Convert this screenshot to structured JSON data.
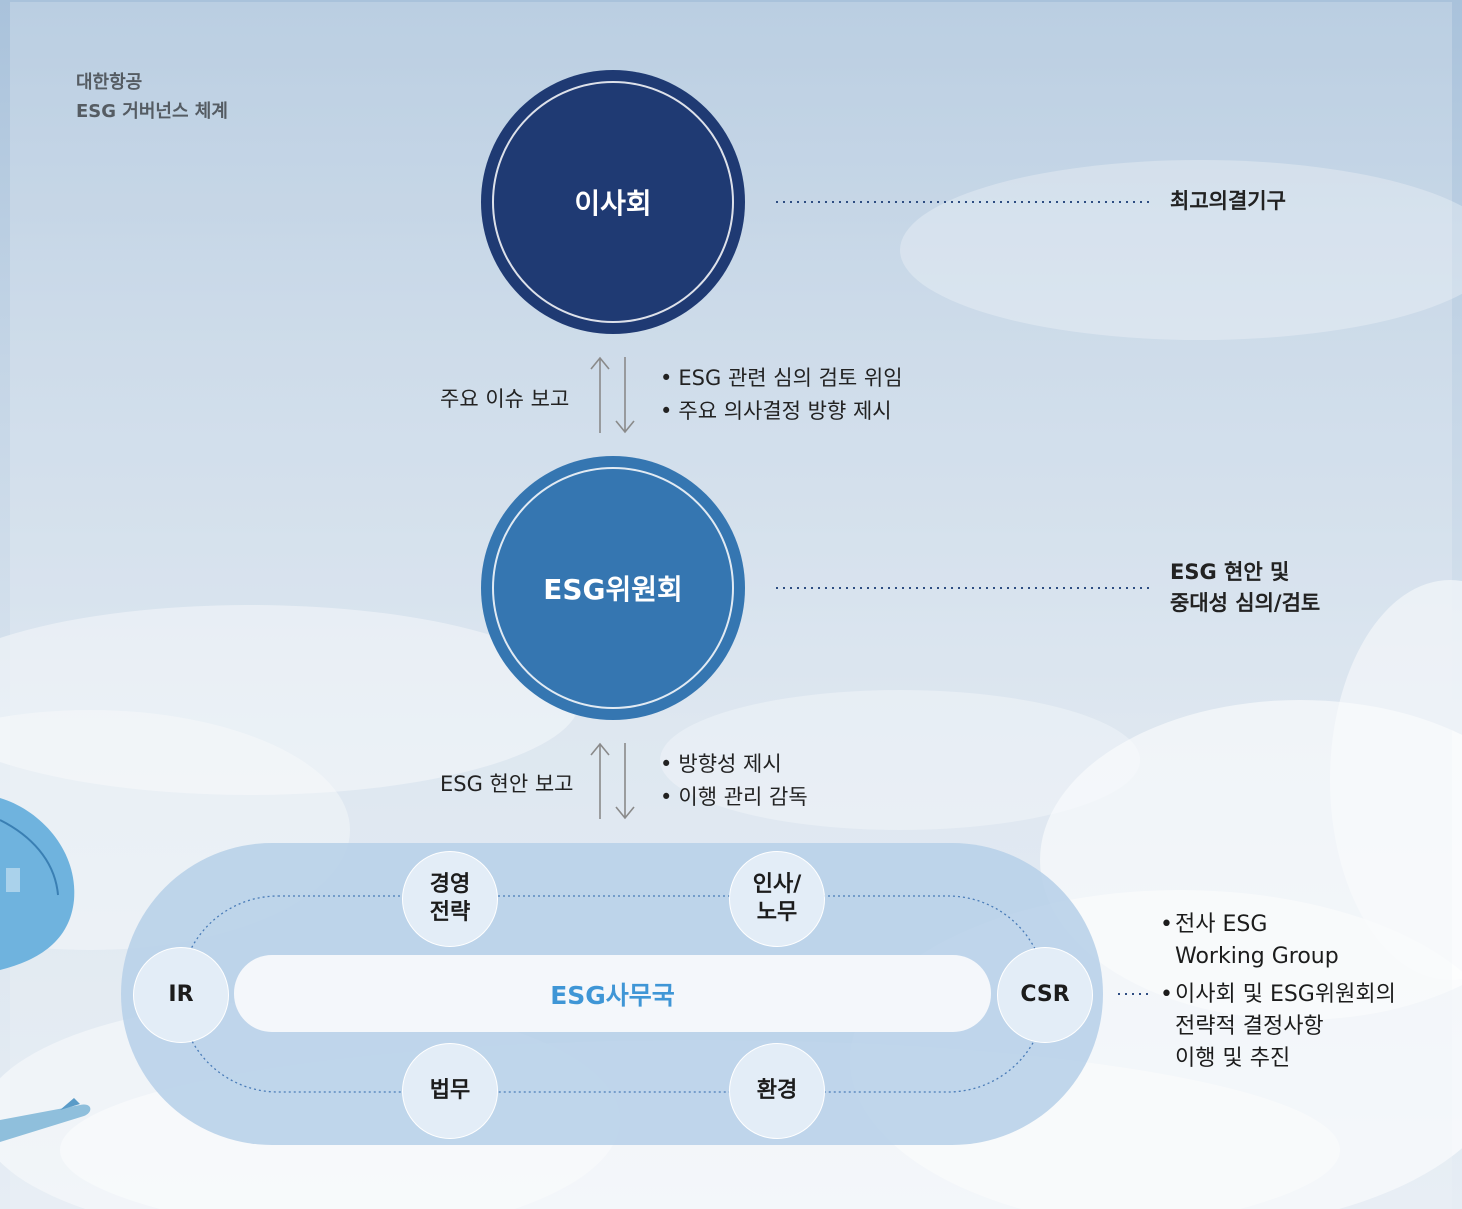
{
  "title": {
    "line1": "대한항공",
    "line2": "ESG 거버넌스 체계"
  },
  "board": {
    "label": "이사회",
    "description": "최고의결기구",
    "color": "#1f3a73"
  },
  "board_link": {
    "left_label": "주요 이슈 보고",
    "notes": [
      "ESG 관련 심의 검토 위임",
      "주요 의사결정 방향 제시"
    ]
  },
  "committee": {
    "label": "ESG위원회",
    "description_line1": "ESG 현안 및",
    "description_line2": "중대성 심의/검토",
    "color": "#3576b1"
  },
  "committee_link": {
    "left_label": "ESG 현안 보고",
    "notes": [
      "방향성 제시",
      "이행 관리 감독"
    ]
  },
  "office": {
    "label": "ESG사무국",
    "label_color": "#3f96d6",
    "nodes": {
      "strategy": "경영\n전략",
      "hr": "인사/\n노무",
      "ir": "IR",
      "csr": "CSR",
      "legal": "법무",
      "environment": "환경"
    }
  },
  "working_group": {
    "items": [
      {
        "line1": "전사 ESG",
        "line2": "Working Group"
      },
      {
        "line1": "이사회 및 ESG위원회의",
        "line2": "전략적 결정사항",
        "line3": "이행 및 추진"
      }
    ]
  }
}
